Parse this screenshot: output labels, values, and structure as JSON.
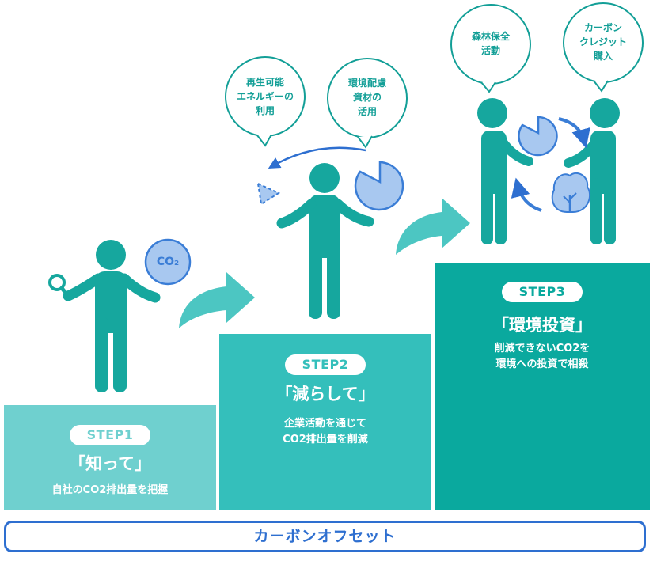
{
  "steps": [
    {
      "label": "STEP1",
      "title": "「知って」",
      "desc_lines": [
        "自社のCO2排出量を把握"
      ]
    },
    {
      "label": "STEP2",
      "title": "「減らして」",
      "desc_lines": [
        "企業活動を通じて",
        "CO2排出量を削減"
      ]
    },
    {
      "label": "STEP3",
      "title": "「環境投資」",
      "desc_lines": [
        "削減できないCO2を",
        "環境への投資で相殺"
      ]
    }
  ],
  "co2_badge": "CO₂",
  "bubbles": {
    "renewable": [
      "再生可能",
      "エネルギーの",
      "利用"
    ],
    "eco_materials": [
      "環境配慮",
      "資材の",
      "活用"
    ],
    "forest": [
      "森林保全",
      "活動"
    ],
    "credit": [
      "カーボン",
      "クレジット",
      "購入"
    ]
  },
  "footer": "カーボンオフセット",
  "colors": {
    "step1": "#6fd0cf",
    "step2": "#34bfbb",
    "step3": "#0aa99e",
    "figure": "#16a79e",
    "arrow": "#4cc6c2",
    "icon_blue": "#a8c8f0",
    "icon_blue_stroke": "#3a7dd6",
    "footer_border": "#2e6fd0"
  },
  "icons": [
    "magnifier-icon",
    "co2-icon",
    "pie-chart-icon",
    "triangle-icon",
    "tree-icon",
    "cycle-arrow-icon"
  ]
}
